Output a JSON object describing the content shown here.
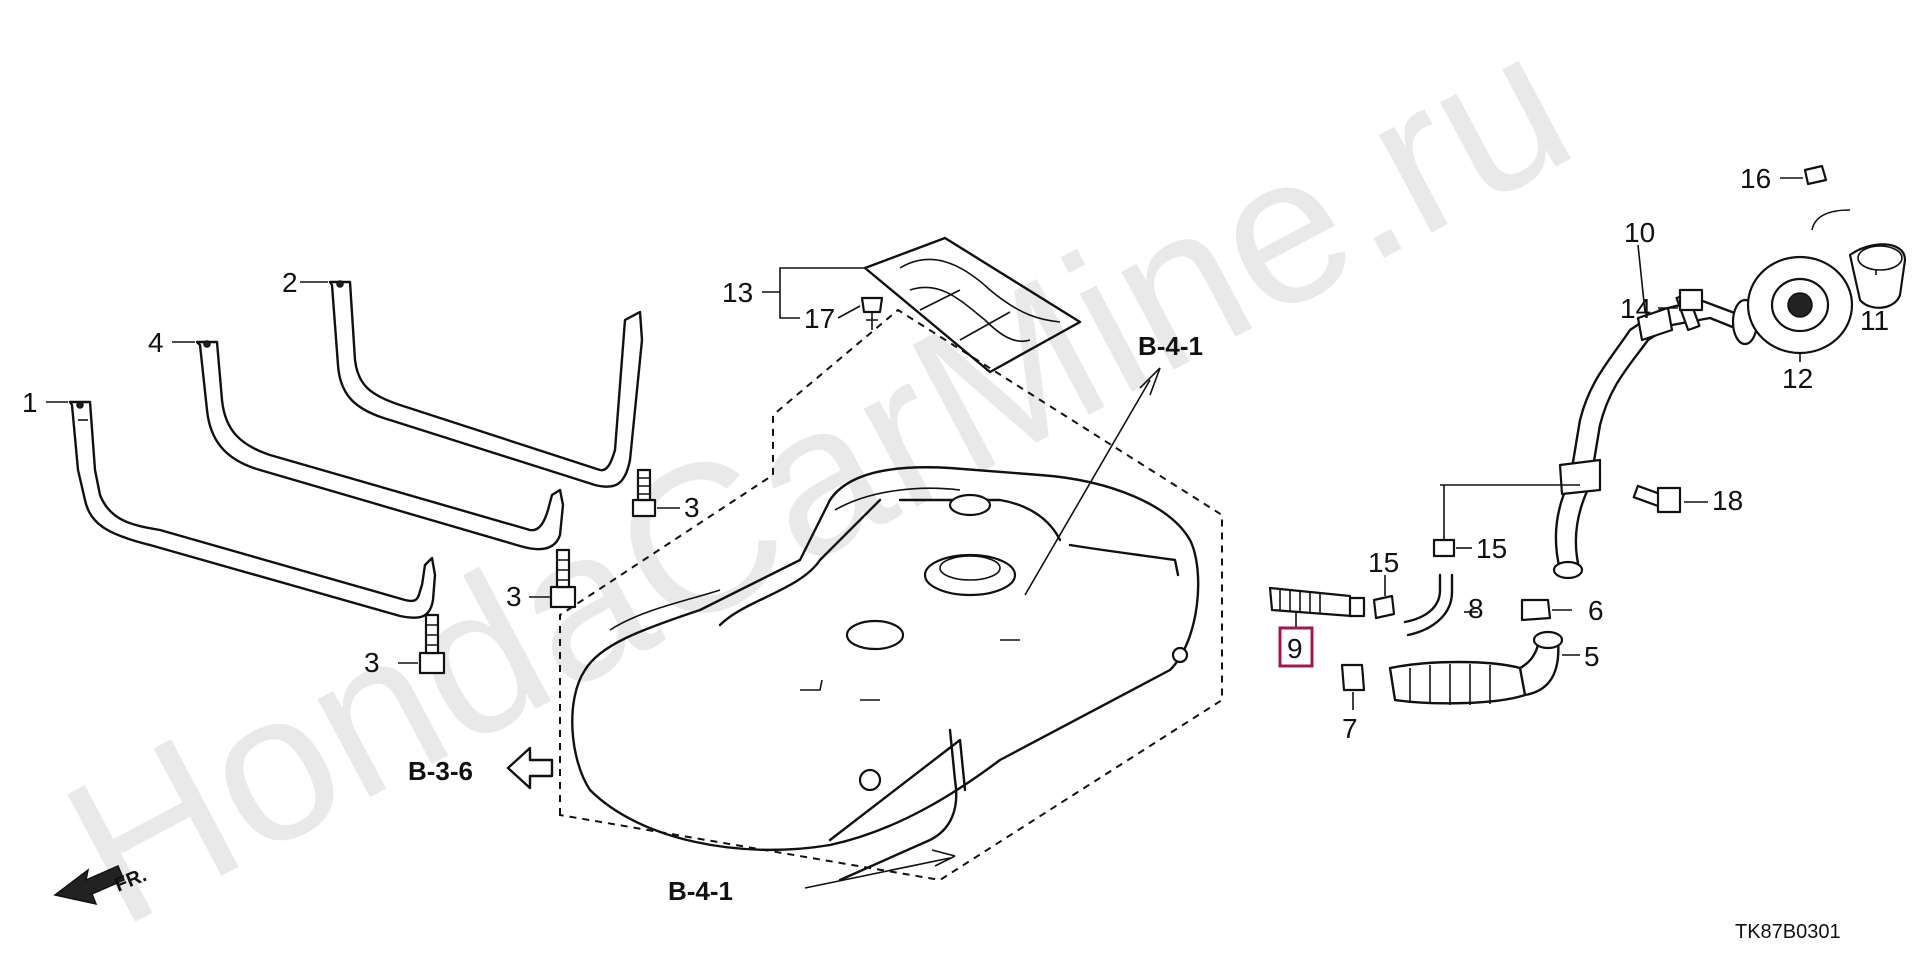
{
  "watermark": "HondaCarMine.ru",
  "diagram_code": "TK87B0301",
  "direction_marker": "FR.",
  "accent_color": "#a01850",
  "part_labels": {
    "p1": "1",
    "p2": "2",
    "p4": "4",
    "p3a": "3",
    "p3b": "3",
    "p3c": "3",
    "p13": "13",
    "p17": "17",
    "p16": "16",
    "p10": "10",
    "p11": "11",
    "p12": "12",
    "p14": "14",
    "p18": "18",
    "p15a": "15",
    "p15b": "15",
    "p8": "8",
    "p6": "6",
    "p9": "9",
    "p5": "5",
    "p7": "7"
  },
  "references": {
    "top": "B-4-1",
    "bottom": "B-4-1",
    "left": "B-3-6"
  },
  "highlighted_part": "9"
}
